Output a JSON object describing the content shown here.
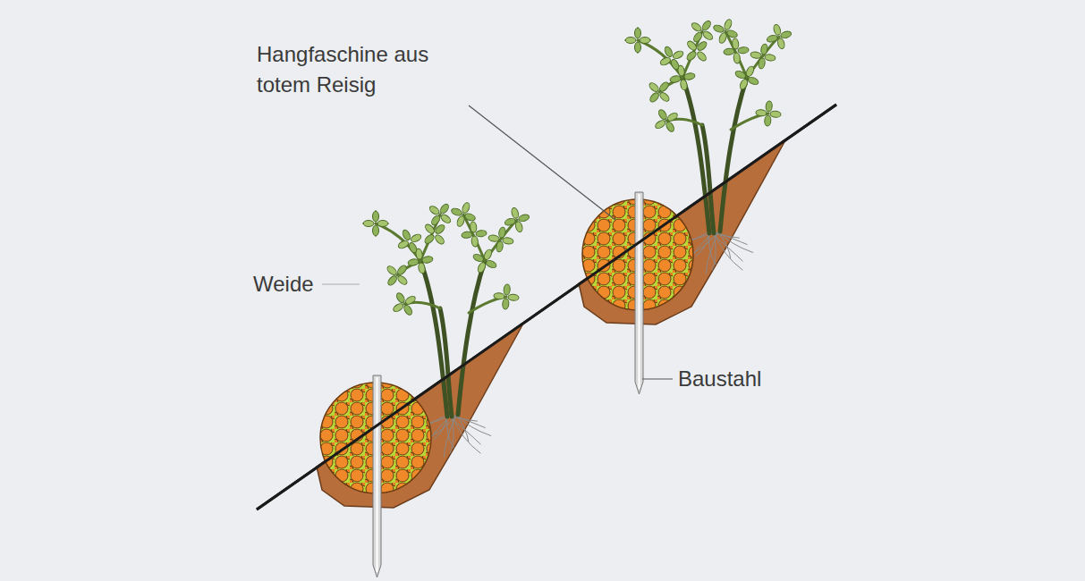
{
  "diagram": {
    "labels": [
      "Hangfaschine aus totem Reisig",
      "Weide",
      "Baustahl"
    ]
  }
}
